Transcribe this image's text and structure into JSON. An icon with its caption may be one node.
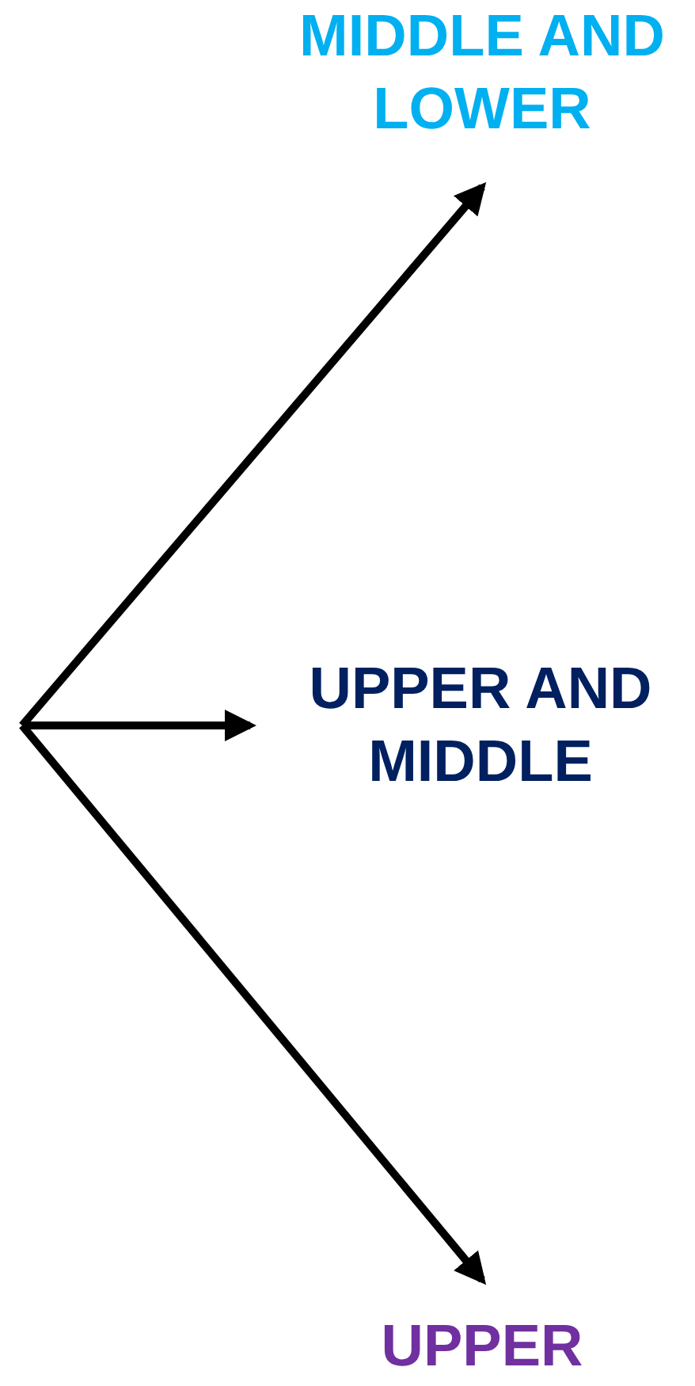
{
  "diagram": {
    "nodes": [
      {
        "text": [
          "MIDDLE AND LOWER"
        ]
      },
      {
        "text": [
          "UPPER AND MIDDLE"
        ]
      },
      {
        "text": [
          "UPPER"
        ]
      }
    ],
    "edges": [
      {
        "from": null,
        "to": 0,
        "arrow": "to"
      },
      {
        "from": null,
        "to": 1,
        "arrow": "to"
      },
      {
        "from": null,
        "to": 2,
        "arrow": "to"
      }
    ]
  }
}
